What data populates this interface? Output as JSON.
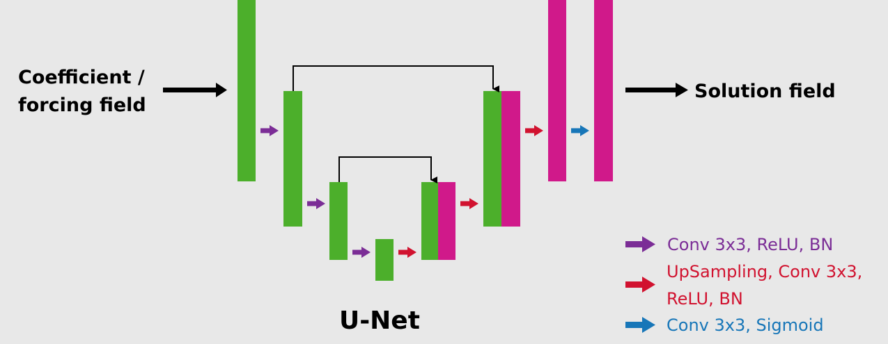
{
  "input_label": [
    "Coefficient /",
    "forcing field"
  ],
  "output_label": "Solution field",
  "title": "U-Net",
  "colors": {
    "background": "#e8e8e8",
    "encoder_block": "#4caf2b",
    "decoder_block": "#d0198a",
    "conv_arrow": "#7b2d96",
    "upsample_arrow": "#d1122f",
    "sigmoid_arrow": "#1776b8"
  },
  "legend": [
    {
      "key": "conv",
      "lines": [
        "Conv 3x3, ReLU, BN"
      ],
      "color": "#7b2d96"
    },
    {
      "key": "upsample",
      "lines": [
        "UpSampling, Conv 3x3,",
        "ReLU, BN"
      ],
      "color": "#d1122f"
    },
    {
      "key": "sigmoid",
      "lines": [
        "Conv 3x3, Sigmoid"
      ],
      "color": "#1776b8"
    }
  ]
}
